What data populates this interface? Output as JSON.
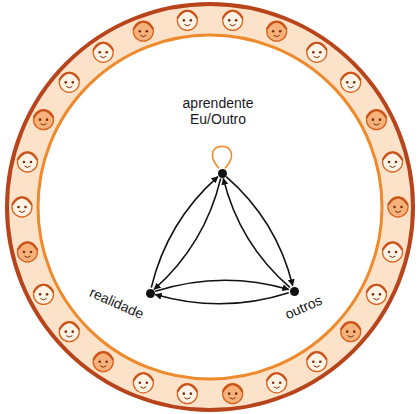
{
  "diagram": {
    "nodes": [
      {
        "text": [
          "aprendente Eu/Outro"
        ]
      },
      {
        "text": [
          "realidade"
        ]
      },
      {
        "text": [
          "outros"
        ]
      }
    ],
    "edges": [
      {
        "from": 0,
        "to": 1,
        "arrow": "to"
      },
      {
        "from": 1,
        "to": 0,
        "arrow": "to"
      },
      {
        "from": 0,
        "to": 2,
        "arrow": "to"
      },
      {
        "from": 2,
        "to": 0,
        "arrow": "to"
      },
      {
        "from": 1,
        "to": 2,
        "arrow": "to"
      },
      {
        "from": 2,
        "to": 1,
        "arrow": "to"
      },
      {
        "from": 0,
        "to": 0,
        "arrow": "none"
      }
    ]
  }
}
